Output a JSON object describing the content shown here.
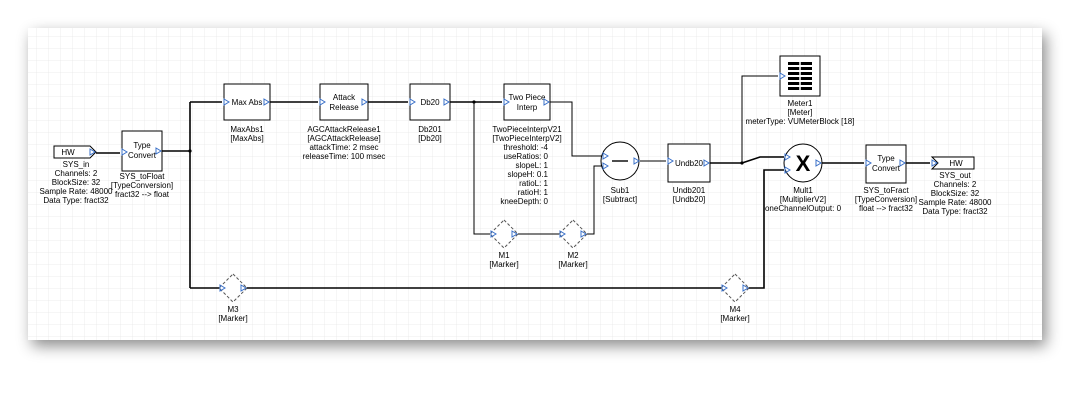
{
  "blocks": {
    "sys_in": {
      "title": "HW",
      "lines": [
        "SYS_in",
        "Channels: 2",
        "BlockSize: 32",
        "Sample Rate: 48000",
        "Data Type: fract32"
      ]
    },
    "sys_tofloat": {
      "title": [
        "Type",
        "Convert"
      ],
      "lines": [
        "SYS_toFloat",
        "[TypeConversion]",
        "fract32 --> float"
      ]
    },
    "maxabs": {
      "title": "Max Abs",
      "lines": [
        "MaxAbs1",
        "[MaxAbs]"
      ]
    },
    "attack": {
      "title": [
        "Attack",
        "Release"
      ],
      "lines": [
        "AGCAttackRelease1",
        "[AGCAttackRelease]",
        "attackTime: 2 msec",
        "releaseTime: 100 msec"
      ]
    },
    "db20": {
      "title": "Db20",
      "lines": [
        "Db201",
        "[Db20]"
      ]
    },
    "twopiece": {
      "title": [
        "Two Piece",
        "Interp"
      ],
      "lines": [
        "TwoPieceInterpV21",
        "[TwoPieceInterpV2]",
        "threshold: -4",
        "useRatios: 0",
        "slopeL: 1",
        "slopeH: 0.1",
        "ratioL: 1",
        "ratioH: 1",
        "kneeDepth: 0"
      ]
    },
    "sub1": {
      "title": "—",
      "lines": [
        "Sub1",
        "[Subtract]"
      ]
    },
    "undb20": {
      "title": "Undb20",
      "lines": [
        "Undb201",
        "[Undb20]"
      ]
    },
    "meter": {
      "lines": [
        "Meter1",
        "[Meter]",
        "meterType: VUMeterBlock [18]"
      ]
    },
    "mult": {
      "title": "X",
      "lines": [
        "Mult1",
        "[MultiplierV2]",
        "oneChannelOutput: 0"
      ]
    },
    "sys_tofract": {
      "title": [
        "Type",
        "Convert"
      ],
      "lines": [
        "SYS_toFract",
        "[TypeConversion]",
        "float --> fract32"
      ]
    },
    "sys_out": {
      "title": "HW",
      "lines": [
        "SYS_out",
        "Channels: 2",
        "BlockSize: 32",
        "Sample Rate: 48000",
        "Data Type: fract32"
      ]
    },
    "m1": {
      "lines": [
        "M1",
        "[Marker]"
      ]
    },
    "m2": {
      "lines": [
        "M2",
        "[Marker]"
      ]
    },
    "m3": {
      "lines": [
        "M3",
        "[Marker]"
      ]
    },
    "m4": {
      "lines": [
        "M4",
        "[Marker]"
      ]
    }
  },
  "colors": {
    "pin": "#3a70c8",
    "grid": "#e6e6e6",
    "wire": "#000000"
  }
}
